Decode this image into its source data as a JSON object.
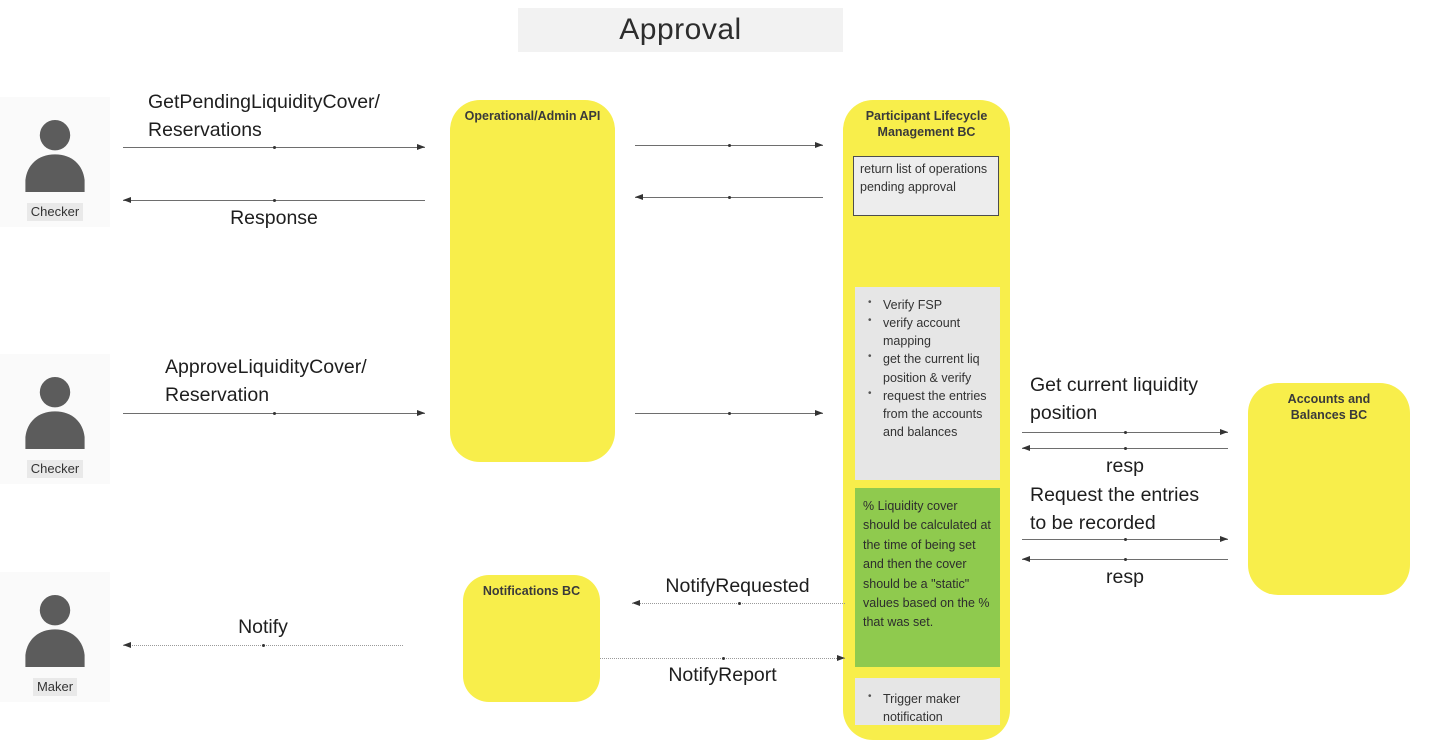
{
  "title": "Approval",
  "colors": {
    "node_fill": "#f8ee4b",
    "highlight_green": "#8fca4e",
    "note_gray": "#e6e6e6",
    "note_bordered_bg": "#ededed",
    "title_bg": "#f2f2f2",
    "actor_silhouette": "#5c5c5c"
  },
  "actors": [
    {
      "label": "Checker"
    },
    {
      "label": "Checker"
    },
    {
      "label": "Maker"
    }
  ],
  "nodes": {
    "operational_admin_api": {
      "label": "Operational/Admin API"
    },
    "participant_lifecycle_bc": {
      "label": "Participant Lifecycle Management BC"
    },
    "notifications_bc": {
      "label": "Notifications BC"
    },
    "accounts_balances_bc": {
      "label": "Accounts and Balances BC"
    }
  },
  "notes": {
    "return_list": "return list of operations pending approval",
    "verify_steps": [
      "Verify FSP",
      "verify account mapping",
      "get the current liq position & verify",
      "request the entries from the accounts and balances"
    ],
    "liquidity_cover": "% Liquidity cover should be calculated at the time of being set and then the cover should be a \"static\" values based on the % that was set.",
    "trigger_steps": [
      "Trigger maker notification"
    ]
  },
  "messages": {
    "get_pending": {
      "lines": [
        "GetPendingLiquidityCover/",
        "Reservations"
      ]
    },
    "response": "Response",
    "approve": {
      "lines": [
        "ApproveLiquidityCover/",
        "Reservation"
      ]
    },
    "get_current_liquidity": {
      "lines": [
        "Get current liquidity",
        "position"
      ]
    },
    "resp_1": "resp",
    "request_entries": {
      "lines": [
        "Request the entries",
        "to be recorded"
      ]
    },
    "resp_2": "resp",
    "notify": "Notify",
    "notify_requested": "NotifyRequested",
    "notify_report": "NotifyReport"
  }
}
